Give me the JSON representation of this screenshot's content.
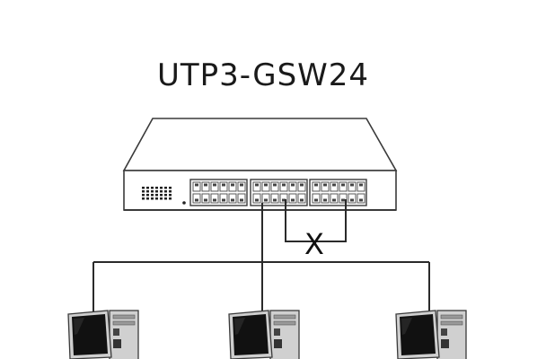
{
  "diagram": {
    "title": "UTP3-GSW24",
    "crossover_mark": "X",
    "switch": {
      "icon": "network-switch-icon",
      "port_groups": 3,
      "ports_per_row": 6,
      "rows": 2
    },
    "computers": [
      {
        "icon": "desktop-computer-icon"
      },
      {
        "icon": "desktop-computer-icon"
      },
      {
        "icon": "desktop-computer-icon"
      }
    ],
    "colors": {
      "line": "#2a2a2a",
      "outline": "#3a3a3a",
      "screen": "#111111",
      "tower": "#d0d0d0"
    }
  }
}
